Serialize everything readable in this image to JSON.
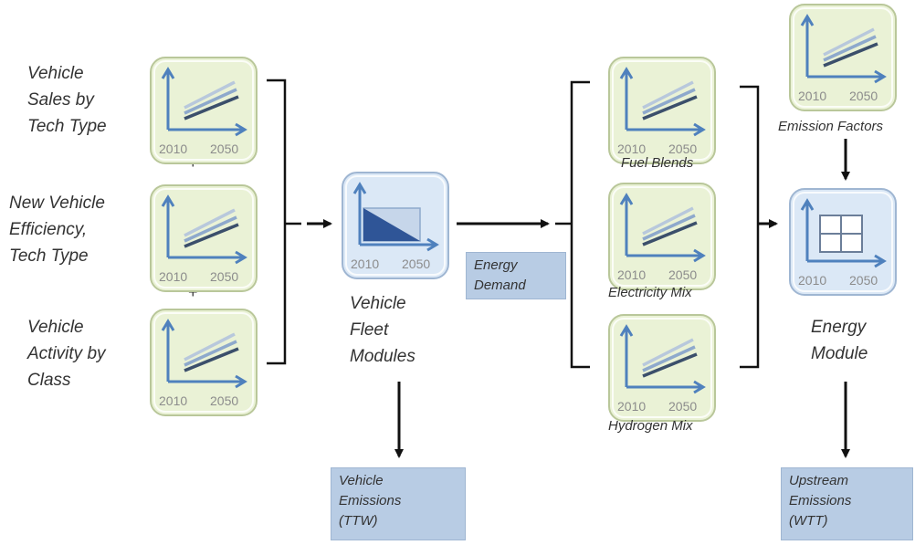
{
  "inputs": {
    "sales": [
      "Vehicle",
      "Sales by",
      "Tech Type"
    ],
    "efficiency": [
      "New Vehicle",
      "Efficiency,",
      "Tech Type"
    ],
    "activity": [
      "Vehicle",
      "Activity by",
      "Class"
    ],
    "plus": "+"
  },
  "fleet": {
    "label": [
      "Vehicle",
      "Fleet",
      "Modules"
    ],
    "energy_demand": [
      "Energy",
      "Demand"
    ],
    "emissions": [
      "Vehicle",
      "Emissions",
      "(TTW)"
    ]
  },
  "fuels": {
    "fuel_blends": "Fuel Blends",
    "electricity_mix": "Electricity Mix",
    "hydrogen_mix": "Hydrogen Mix"
  },
  "energy": {
    "emission_factors": "Emission Factors",
    "label": [
      "Energy",
      "Module"
    ],
    "upstream": [
      "Upstream",
      "Emissions",
      "(WTT)"
    ]
  },
  "years": {
    "start": "2010",
    "end": "2050"
  },
  "colors": {
    "tile_green": "#eaf2d6",
    "tile_blue": "#dbe8f6",
    "axis_blue": "#4f81bd",
    "box_fill": "#b8cce4"
  }
}
